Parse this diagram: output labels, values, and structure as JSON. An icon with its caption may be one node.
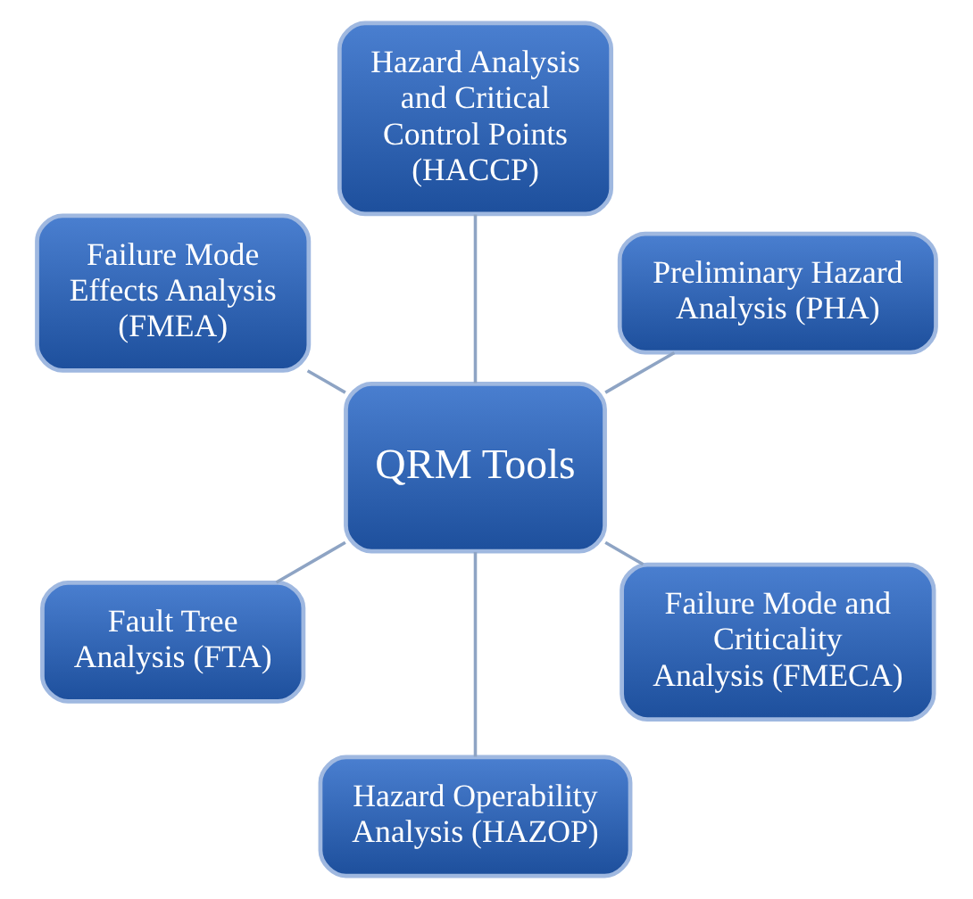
{
  "diagram": {
    "nodes": [
      {
        "text": [
          "Preliminary Hazard Analysis (PHA)"
        ]
      },
      {
        "text": [
          "Hazard Analysis and Critical Control Points (HACCP)"
        ]
      },
      {
        "text": [
          "Failure Mode Effects Analysis (FMEA)"
        ]
      },
      {
        "text": [
          "QRM Tools"
        ]
      },
      {
        "text": [
          "Fault Tree Analysis (FTA)"
        ]
      },
      {
        "text": [
          "Hazard Operability Analysis (HAZOP)"
        ]
      },
      {
        "text": [
          "Failure Mode and Criticality Analysis (FMECA)"
        ]
      }
    ],
    "edges": [
      {
        "from": 3,
        "to": 0,
        "arrow": "none"
      },
      {
        "from": 3,
        "to": 1,
        "arrow": "none"
      },
      {
        "from": 3,
        "to": 2,
        "arrow": "none"
      },
      {
        "from": 3,
        "to": 4,
        "arrow": "none"
      },
      {
        "from": 3,
        "to": 5,
        "arrow": "none"
      },
      {
        "from": 3,
        "to": 6,
        "arrow": "none"
      }
    ]
  }
}
